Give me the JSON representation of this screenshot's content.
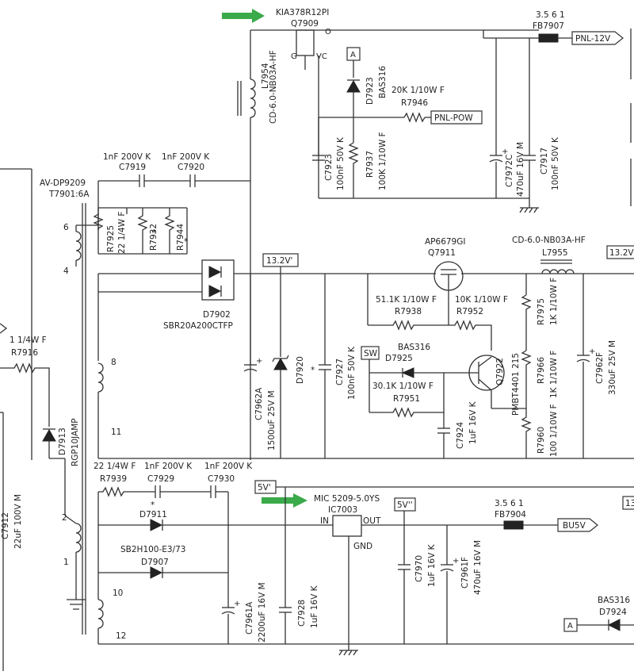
{
  "labels": {
    "q7909_part": "KIA378R12PI",
    "q7909_ref": "Q7909",
    "q7909_g": "G",
    "q7909_vc": "VC",
    "q7909_o": "O",
    "fb7907_val": "3.5 6 1",
    "fb7907_ref": "FB7907",
    "pnl12v": "PNL-12V",
    "tag_a": "A",
    "d7923_ref": "D7923",
    "d7923_part": "BAS316",
    "r7946_val": "20K 1/10W F",
    "r7946_ref": "R7946",
    "pnlpow": "PNL-POW",
    "l7954_ref": "L7954",
    "l7954_part": "CD-6.0-NB03A-HF",
    "c7923_ref": "C7923",
    "c7923_val": "100nF 50V K",
    "r7937_ref": "R7937",
    "r7937_val": "100K 1/10W F",
    "c7972c_ref": "C7972C",
    "c7972c_val": "470uF 16V M",
    "c7917_ref": "C7917",
    "c7917_val": "100nF 50V K",
    "c7919_val": "1nF 200V K",
    "c7919_ref": "C7919",
    "c7920_val": "1nF 200V K",
    "c7920_ref": "C7920",
    "t7901_part": "AV-DP9209",
    "t7901_ref": "T7901:6A",
    "pin6": "6",
    "pin4": "4",
    "pin8": "8",
    "pin11": "11",
    "pin2": "2",
    "pin1": "1",
    "pin10": "10",
    "pin12": "12",
    "r7925_ref": "R7925",
    "r7925_val": "22 1/4W F",
    "r7932_ref": "R7932",
    "r7944_ref": "R7944",
    "star": "*",
    "d7902_ref": "D7902",
    "d7902_part": "SBR20A200CTFP",
    "v132": "13.2V'",
    "v132b": "13.2V",
    "q7911_part": "AP6679GI",
    "q7911_ref": "Q7911",
    "l7955_part": "CD-6.0-NB03A-HF",
    "l7955_ref": "L7955",
    "r7938_val": "51.1K 1/10W F",
    "r7938_ref": "R7938",
    "r7952_val": "10K 1/10W F",
    "r7952_ref": "R7952",
    "r7975_ref": "R7975",
    "r7975_val": "1K 1/10W F",
    "q7922_ref": "Q7922",
    "q7922_part": "PMBT4401 215",
    "r7966_ref": "R7966",
    "r7966_val": "1K 1/10W F",
    "r7960_ref": "R7960",
    "r7960_val": "100 1/10W F",
    "c7962f_ref": "C7962F",
    "c7962f_val": "330uF 25V M",
    "sw": "SW",
    "d7925_part": "BAS316",
    "d7925_ref": "D7925",
    "r7951_val": "30.1K 1/10W F",
    "r7951_ref": "R7951",
    "c7924_ref": "C7924",
    "c7924_val": "1uF 16V K",
    "c7962a_ref": "C7962A",
    "c7962a_val": "1500uF 25V M",
    "d7920_ref": "D7920",
    "c7927_ref": "C7927",
    "c7927_val": "100nF 50V K",
    "r7916_val": "1 1/4W F",
    "r7916_ref": "R7916",
    "d7913_ref": "D7913",
    "d7913_part": "RGP10JAMP",
    "c7912_ref": "C7912",
    "c7912_val": "22uF 100V M",
    "r7939_val": "22 1/4W F",
    "r7939_ref": "R7939",
    "c7929_val": "1nF 200V K",
    "c7929_ref": "C7929",
    "c7930_val": "1nF 200V K",
    "c7930_ref": "C7930",
    "d7911_ref": "D7911",
    "d7907_part": "SB2H100-E3/73",
    "d7907_ref": "D7907",
    "c7961a_ref": "C7961A",
    "c7961a_val": "2200uF 16V M",
    "c7928_ref": "C7928",
    "c7928_val": "1uF 16V K",
    "v5a": "5V'",
    "ic7003_part": "MIC 5209-5.0YS",
    "ic7003_ref": "IC7003",
    "ic_in": "IN",
    "ic_out": "OUT",
    "ic_gnd": "GND",
    "v5b": "5V''",
    "c7970_ref": "C7970",
    "c7970_val": "1uF 16V K",
    "c7961f_ref": "C7961F",
    "c7961f_val": "470uF 16V M",
    "fb7904_val": "3.5 6 1",
    "fb7904_ref": "FB7904",
    "bu5v": "BU5V",
    "d7924_part": "BAS316",
    "d7924_ref": "D7924",
    "edge_13": "13",
    "plus": "+"
  },
  "colors": {
    "annotation_arrow": "#3aaa4a",
    "wire": "#333333"
  }
}
